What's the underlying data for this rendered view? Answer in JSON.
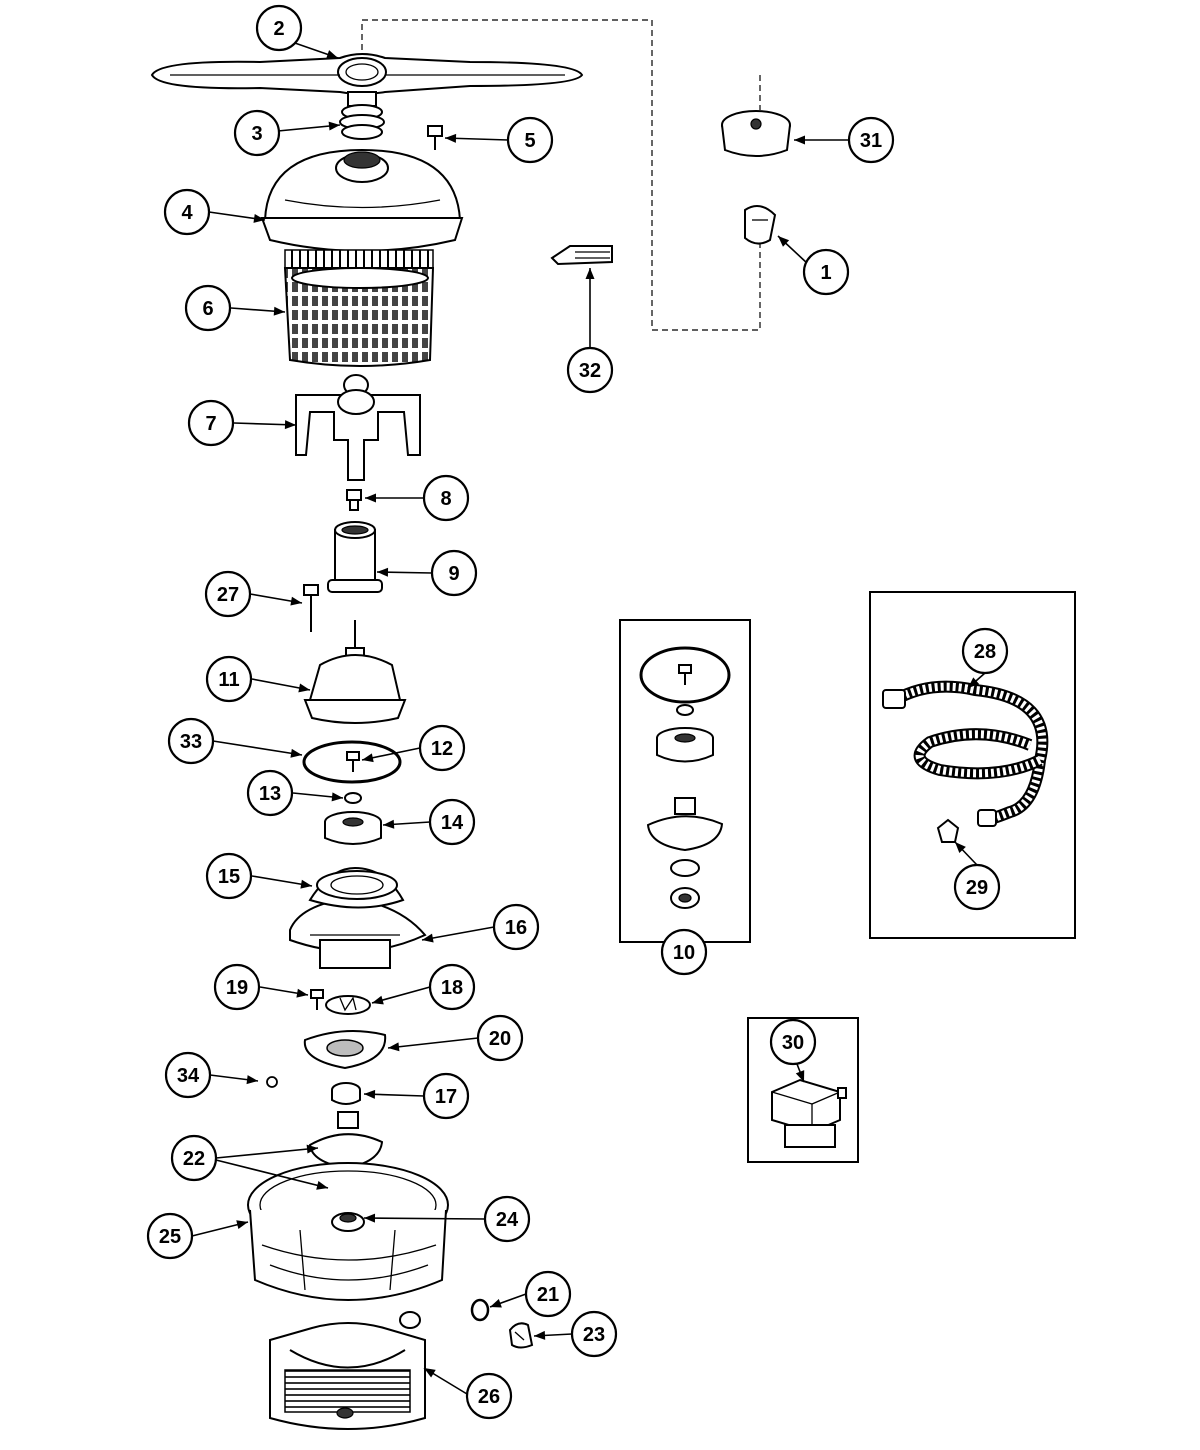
{
  "callouts": [
    {
      "label": "1"
    },
    {
      "label": "2"
    },
    {
      "label": "3"
    },
    {
      "label": "4"
    },
    {
      "label": "5"
    },
    {
      "label": "6"
    },
    {
      "label": "7"
    },
    {
      "label": "8"
    },
    {
      "label": "9"
    },
    {
      "label": "10"
    },
    {
      "label": "11"
    },
    {
      "label": "12"
    },
    {
      "label": "13"
    },
    {
      "label": "14"
    },
    {
      "label": "15"
    },
    {
      "label": "16"
    },
    {
      "label": "17"
    },
    {
      "label": "18"
    },
    {
      "label": "19"
    },
    {
      "label": "20"
    },
    {
      "label": "21"
    },
    {
      "label": "22"
    },
    {
      "label": "23"
    },
    {
      "label": "24"
    },
    {
      "label": "25"
    },
    {
      "label": "26"
    },
    {
      "label": "27"
    },
    {
      "label": "28"
    },
    {
      "label": "29"
    },
    {
      "label": "30"
    },
    {
      "label": "31"
    },
    {
      "label": "32"
    },
    {
      "label": "33"
    },
    {
      "label": "34"
    }
  ]
}
